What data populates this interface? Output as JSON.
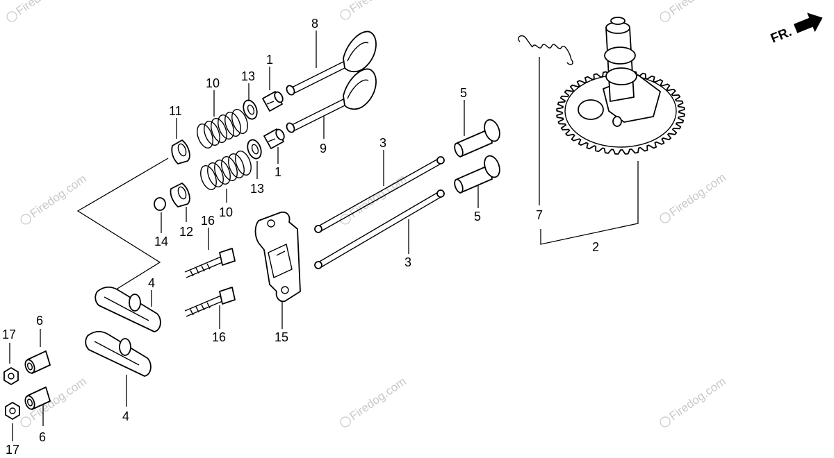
{
  "diagram": {
    "watermark": "Firedog.com",
    "direction_indicator": "FR.",
    "callouts": [
      {
        "id": "c8",
        "text": "8"
      },
      {
        "id": "c1a",
        "text": "1"
      },
      {
        "id": "c13a",
        "text": "13"
      },
      {
        "id": "c10a",
        "text": "10"
      },
      {
        "id": "c11",
        "text": "11"
      },
      {
        "id": "c9",
        "text": "9"
      },
      {
        "id": "c1b",
        "text": "1"
      },
      {
        "id": "c13b",
        "text": "13"
      },
      {
        "id": "c10b",
        "text": "10"
      },
      {
        "id": "c12",
        "text": "12"
      },
      {
        "id": "c14",
        "text": "14"
      },
      {
        "id": "c16a",
        "text": "16"
      },
      {
        "id": "c16b",
        "text": "16"
      },
      {
        "id": "c15",
        "text": "15"
      },
      {
        "id": "c3a",
        "text": "3"
      },
      {
        "id": "c3b",
        "text": "3"
      },
      {
        "id": "c5a",
        "text": "5"
      },
      {
        "id": "c5b",
        "text": "5"
      },
      {
        "id": "c7",
        "text": "7"
      },
      {
        "id": "c2",
        "text": "2"
      },
      {
        "id": "c4a",
        "text": "4"
      },
      {
        "id": "c4b",
        "text": "4"
      },
      {
        "id": "c6a",
        "text": "6"
      },
      {
        "id": "c6b",
        "text": "6"
      },
      {
        "id": "c17a",
        "text": "17"
      },
      {
        "id": "c17b",
        "text": "17"
      }
    ]
  }
}
